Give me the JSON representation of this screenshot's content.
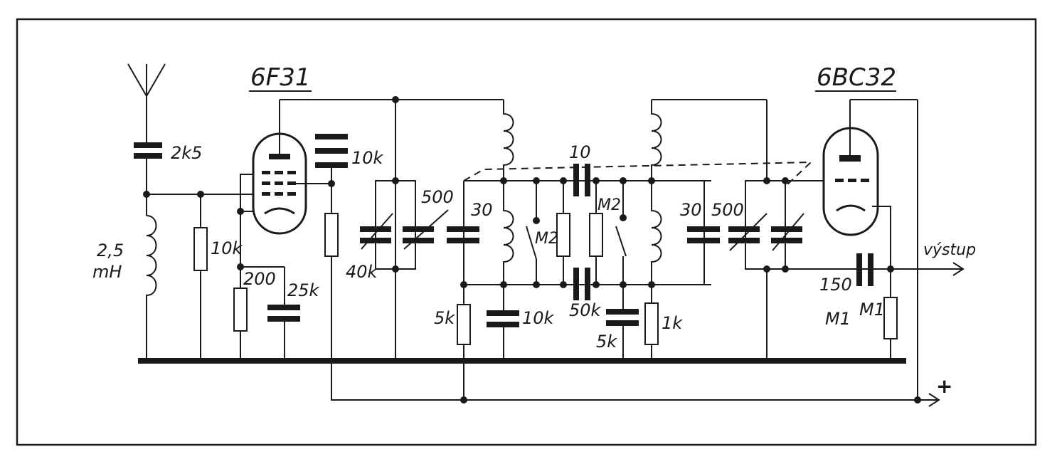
{
  "tubes": {
    "left": "6F31",
    "right": "6BC32"
  },
  "labels": {
    "c_antenna": "2k5",
    "l_antenna_value": "2,5",
    "l_antenna_unit": "mH",
    "r_grid": "10k",
    "r_cathode": "200",
    "c_cathode": "25k",
    "r_screen": "40k",
    "c_screen": "10k",
    "c_trim_1": "500",
    "c_fixed_1": "30",
    "c_coupling": "10",
    "switch_1": "M2",
    "switch_2": "M2",
    "c_trim_2": "30",
    "c_fixed_2": "500",
    "r_bottom_1": "5k",
    "c_bottom_1": "10k",
    "c_bottom_2": "50k",
    "r_bottom_2": "5k",
    "r_bottom_3": "1k",
    "c_output": "150",
    "r_grid_out_1": "M1",
    "r_grid_out_2": "M1",
    "output": "výstup",
    "plus": "+"
  },
  "colors": {
    "ink": "#1a1a1a",
    "paper": "#ffffff"
  }
}
